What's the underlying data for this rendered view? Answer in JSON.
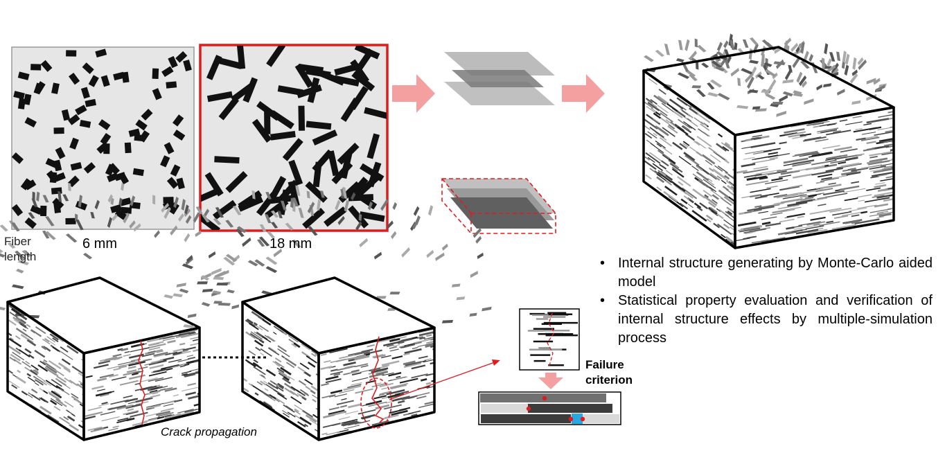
{
  "fiber_length_label": "Fiber length",
  "panels": {
    "short_fiber_length": "6 mm",
    "long_fiber_length": "18 mm"
  },
  "crack_label": "Crack propagation",
  "failure_label": "Failure criterion",
  "bullet_symbol": "•",
  "bullets": [
    "Internal structure generating by Monte-Carlo aided model",
    "Statistical property evaluation and verification of internal structure effects by multiple-simulation process"
  ],
  "colors": {
    "highlight_frame": "#e31a1c",
    "flow_arrow": "#f5a0a0",
    "crack_line": "#e31a1c",
    "panel_fill": "#e6e6e6",
    "contact_marker": "#29a8e0"
  }
}
